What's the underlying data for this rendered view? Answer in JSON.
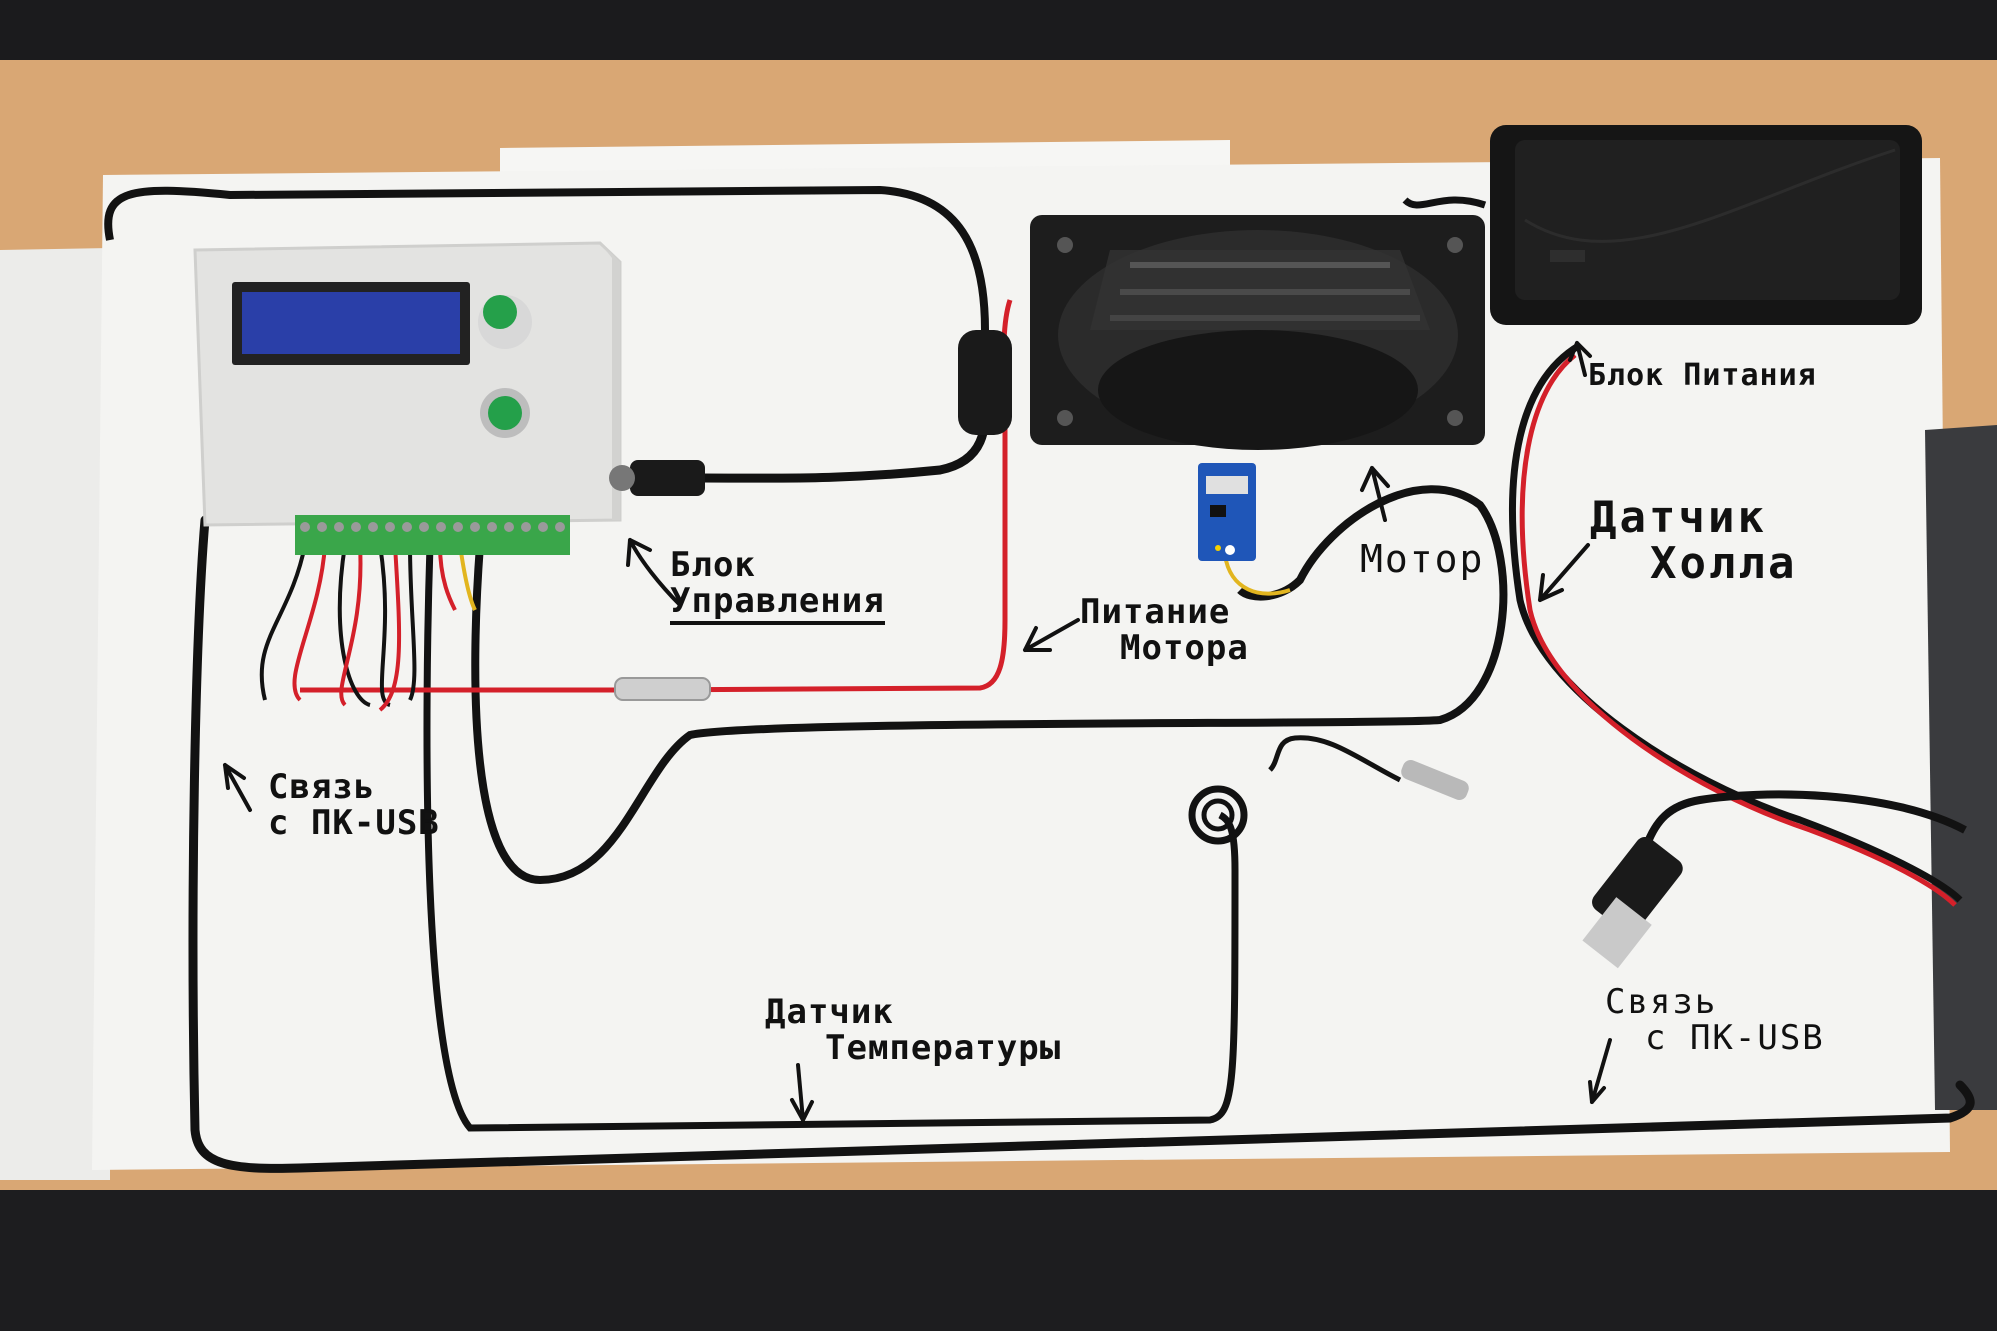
{
  "colors": {
    "board": "#f4f4f2",
    "table": "#d9a774",
    "wire_black": "#121212",
    "wire_red": "#d4202a",
    "lcd": "#2a3fa8",
    "enclosure": "#e3e3e1",
    "terminal": "#3aa64a",
    "sensor_board": "#1f56b8"
  },
  "labels": {
    "control_unit": {
      "line1": "Блок",
      "line2": "Управления"
    },
    "motor_power": {
      "line1": "Питание",
      "line2": "Мотора"
    },
    "power_supply": {
      "line1": "Блок Питания"
    },
    "motor": {
      "line1": "Мотор"
    },
    "hall_sensor": {
      "line1": "Датчик",
      "line2": "Холла"
    },
    "pc_link_left": {
      "line1": "Связь",
      "line2": "с ПК-USB"
    },
    "temp_sensor": {
      "line1": "Датчик",
      "line2": "Температуры"
    },
    "pc_link_right": {
      "line1": "Связь",
      "line2": "с ПК-USB"
    }
  }
}
